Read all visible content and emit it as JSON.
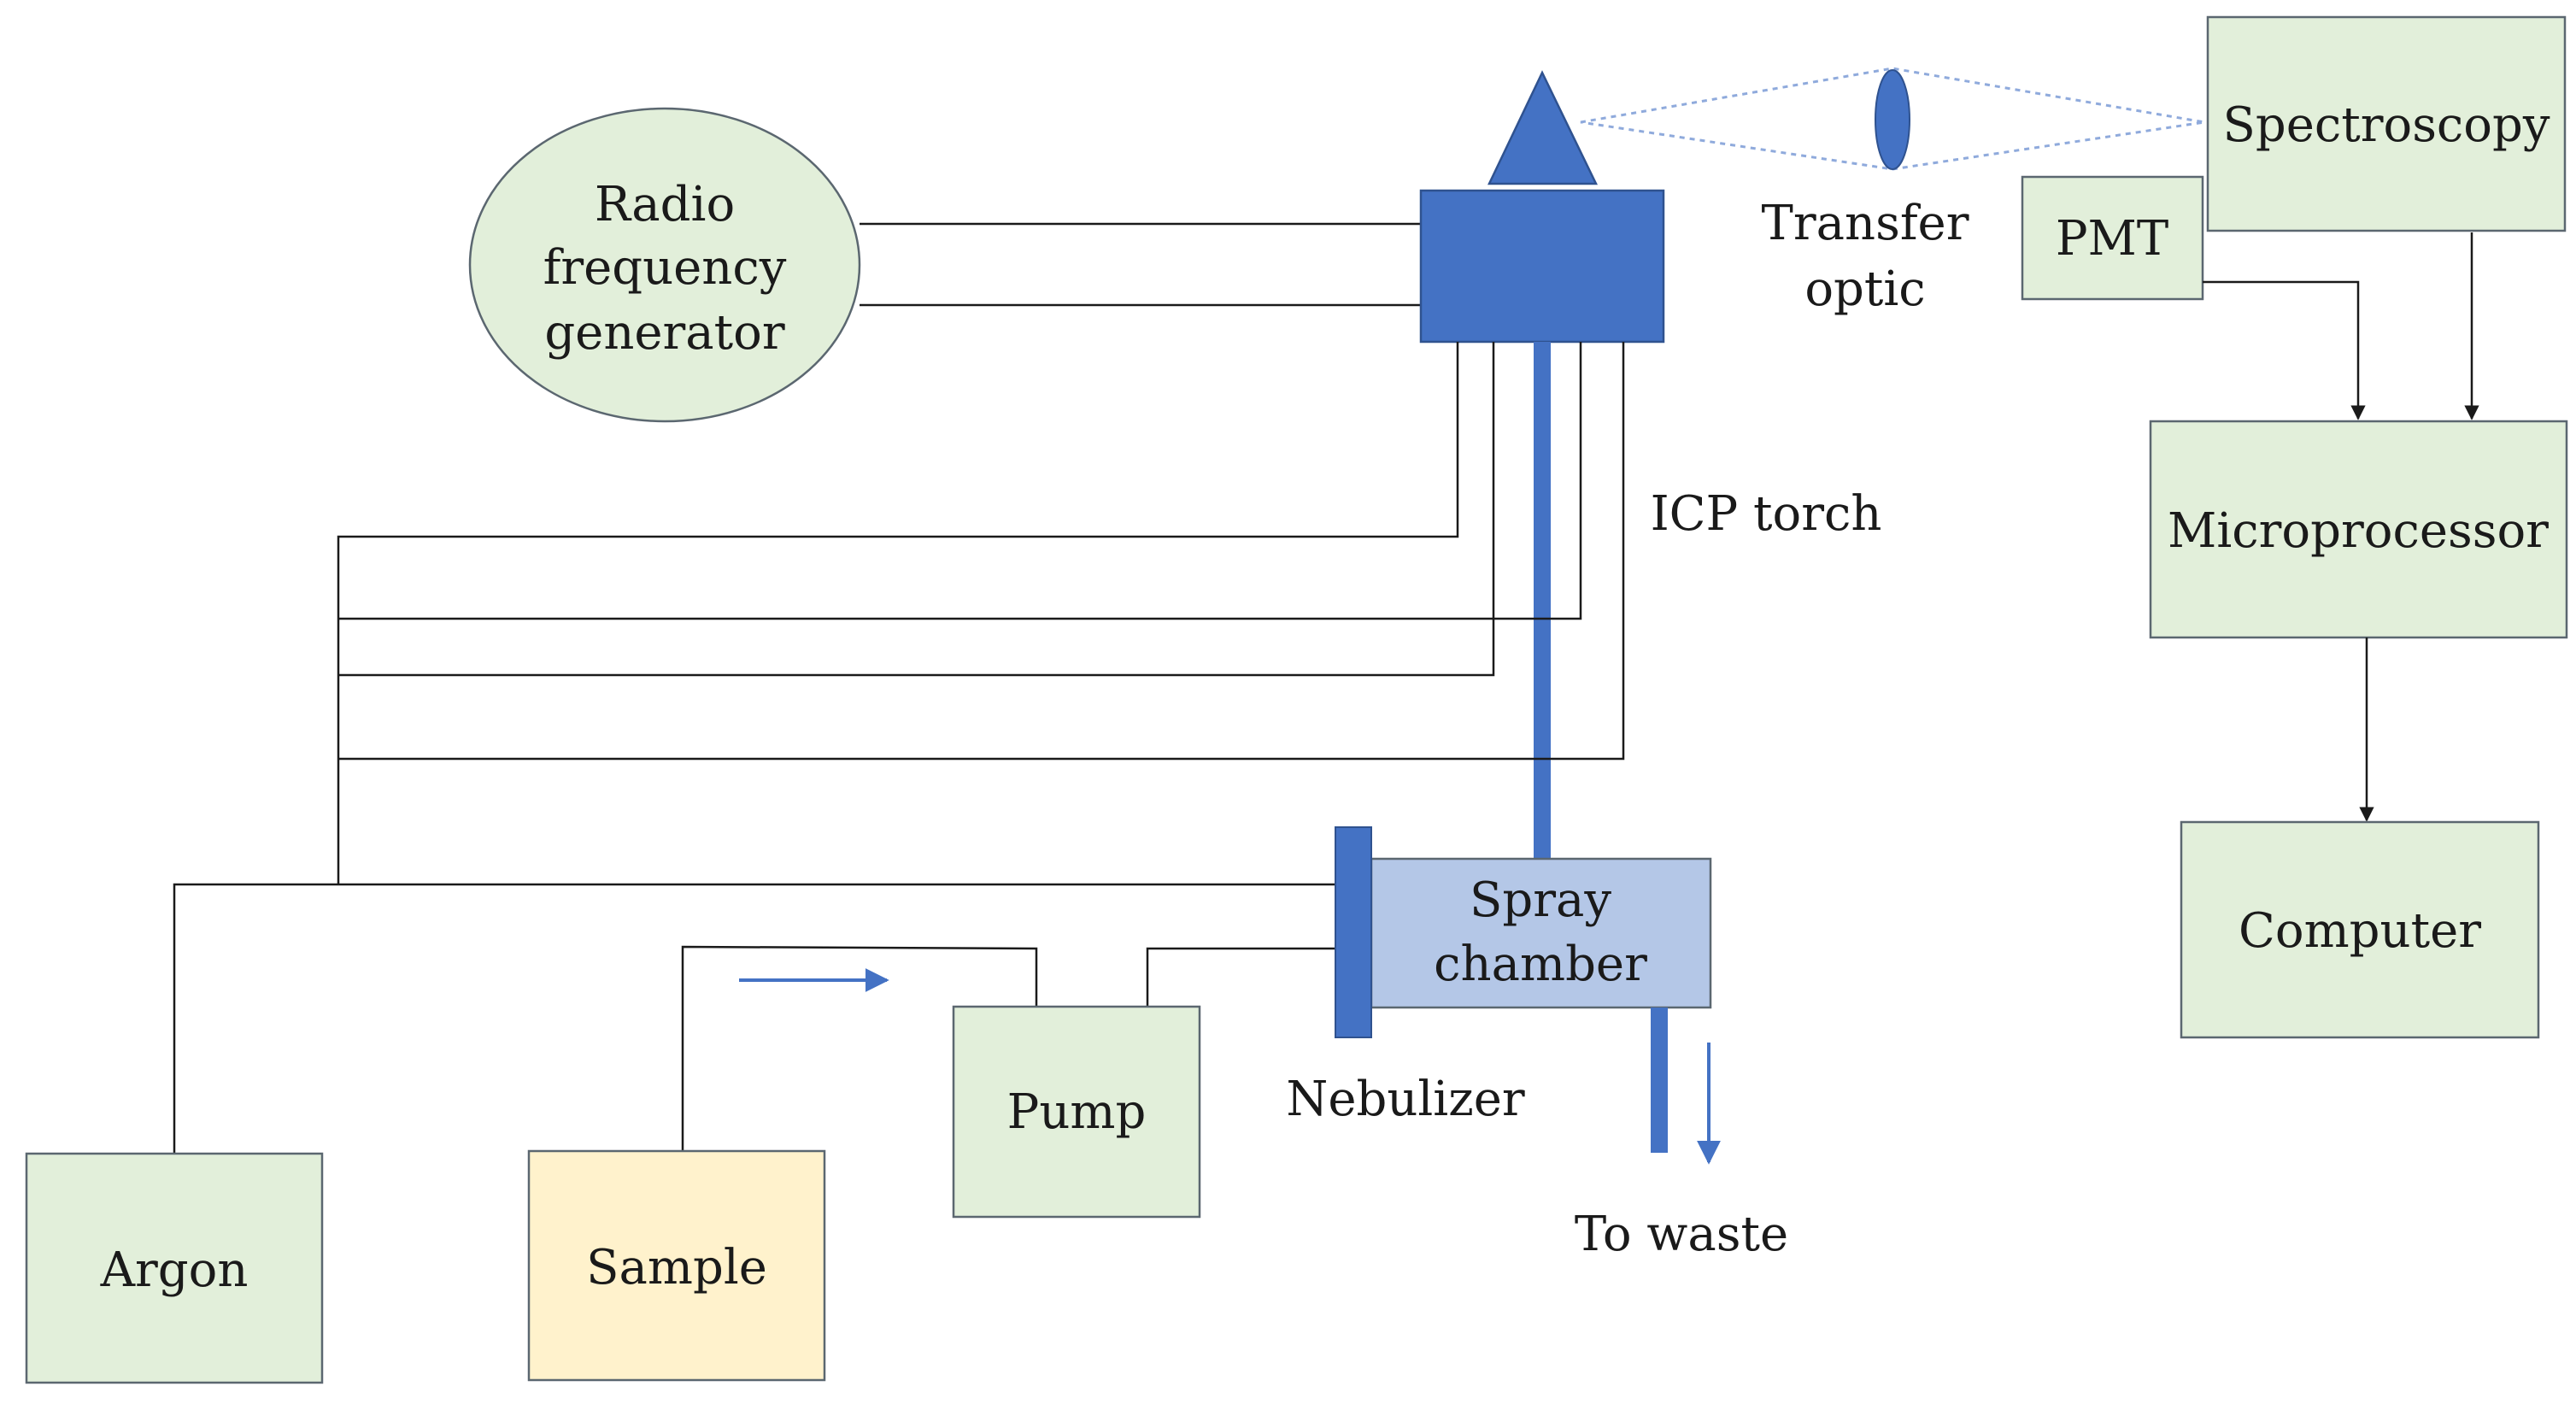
{
  "colors": {
    "component_fill": "#e2efda",
    "sample_fill": "#fff2cc",
    "torch_blue": "#4472c4",
    "chamber_fill": "#b4c7e7",
    "line": "#1a1a1a",
    "optic_dotted": "#8faadc"
  },
  "labels": {
    "rf_generator": [
      "Radio",
      "frequency",
      "generator"
    ],
    "transfer_optic": [
      "Transfer",
      "optic"
    ],
    "spectroscopy": "Spectroscopy",
    "pmt": "PMT",
    "microprocessor": "Microprocessor",
    "icp_torch": "ICP torch",
    "spray_chamber": [
      "Spray",
      "chamber"
    ],
    "nebulizer": "Nebulizer",
    "pump": "Pump",
    "argon": "Argon",
    "sample": "Sample",
    "to_waste": "To waste",
    "computer": "Computer"
  }
}
